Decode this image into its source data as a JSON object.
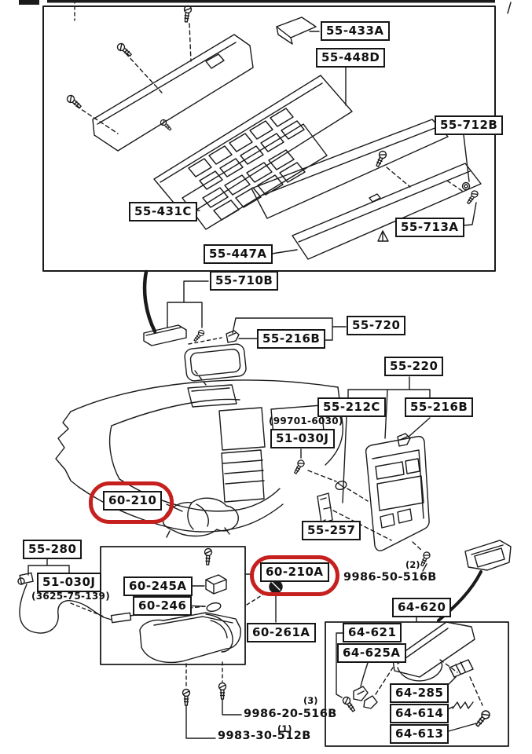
{
  "colors": {
    "line": "#1a1a1a",
    "background": "#ffffff",
    "highlight_red": "#c6201e"
  },
  "labels": {
    "t55_433A": "55-433A",
    "t55_448D": "55-448D",
    "t55_712B": "55-712B",
    "t55_431C": "55-431C",
    "t55_713A": "55-713A",
    "t55_447A": "55-447A",
    "t55_710B": "55-710B",
    "t55_720": "55-720",
    "t55_216B_1": "55-216B",
    "t55_220": "55-220",
    "t55_212C": "55-212C",
    "t55_216B_2": "55-216B",
    "t99701": "(99701-6030)",
    "t51_030J_1": "51-030J",
    "t60_210": "60-210",
    "t55_257": "55-257",
    "t55_280": "55-280",
    "t51_030J_2": "51-030J",
    "t3625": "(3625-75-139)",
    "t60_245A": "60-245A",
    "t60_246": "60-246",
    "t60_210A": "60-210A",
    "tqty2": "(2)",
    "t9986_50": "9986-50-516B",
    "t60_261A": "60-261A",
    "tqty3": "(3)",
    "t9986_20": "9986-20-516B",
    "tqty1": "(1)",
    "t9983_30": "9983-30-512B",
    "t64_620": "64-620",
    "t64_621": "64-621",
    "t64_625A": "64-625A",
    "t64_285": "64-285",
    "t64_614": "64-614",
    "t64_613": "64-613"
  }
}
